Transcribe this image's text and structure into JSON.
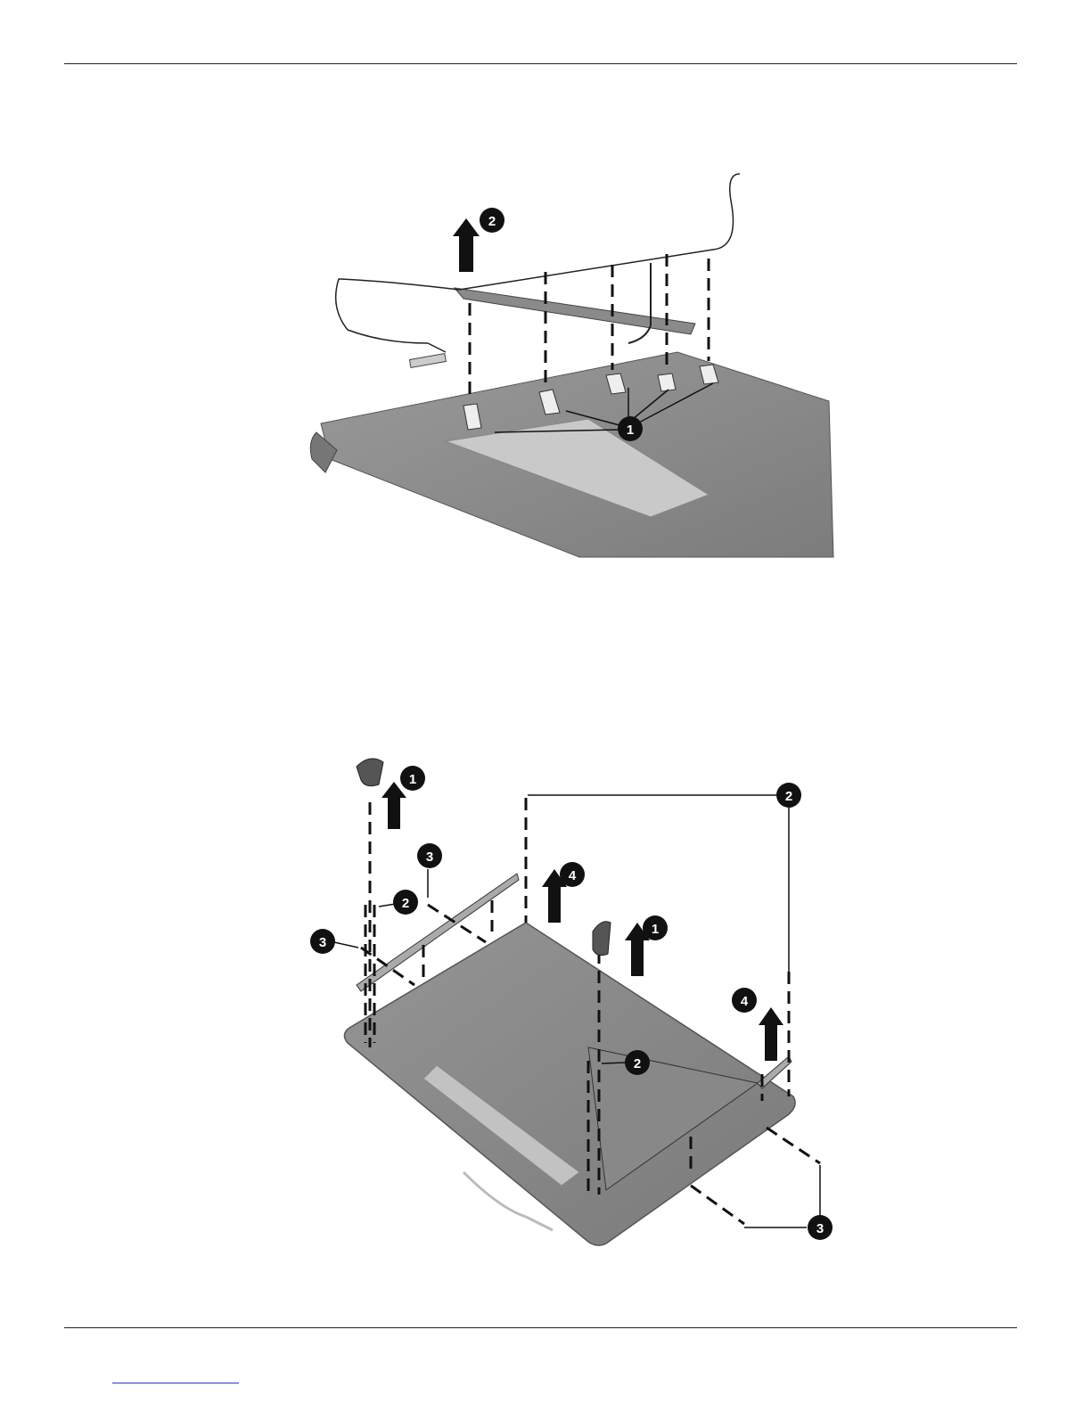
{
  "figure1": {
    "callouts": [
      {
        "id": "c1",
        "label": "1"
      },
      {
        "id": "c2",
        "label": "2"
      }
    ]
  },
  "figure2": {
    "callouts": [
      {
        "id": "c1a",
        "label": "1"
      },
      {
        "id": "c1b",
        "label": "1"
      },
      {
        "id": "c2a",
        "label": "2"
      },
      {
        "id": "c2b",
        "label": "2"
      },
      {
        "id": "c2c",
        "label": "2"
      },
      {
        "id": "c3a",
        "label": "3"
      },
      {
        "id": "c3b",
        "label": "3"
      },
      {
        "id": "c3c",
        "label": "3"
      },
      {
        "id": "c4a",
        "label": "4"
      },
      {
        "id": "c4b",
        "label": "4"
      }
    ]
  },
  "colors": {
    "panel": "#8c8c8c",
    "panel_dark": "#6e6e6e",
    "link": "#1a3fbf"
  }
}
